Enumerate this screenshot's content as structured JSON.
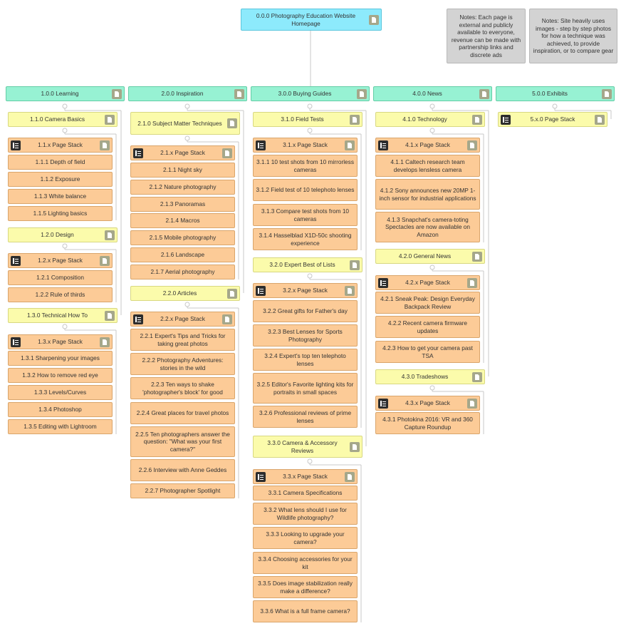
{
  "colors": {
    "root": "#8deafc",
    "section": "#97f2d3",
    "subsection": "#fbfbab",
    "page": "#fccb97",
    "note": "#d3d3d3",
    "connector": "#c8c8c8"
  },
  "icons": {
    "page": "document-icon",
    "stack": "page-stack-icon"
  },
  "root": "0.0.0 Photography Education Website Homepage",
  "notes": [
    "Notes: Each page is external and publicly available to everyone, revenue can be made with partnership links and discrete ads",
    "Notes:  Site heavily uses images - step by step photos for how a technique was achieved, to provide inspiration, or to compare gear"
  ],
  "sections": [
    {
      "label": "1.0.0 Learning",
      "groups": [
        {
          "label": "1.1.0 Camera Basics",
          "stack": "1.1.x Page Stack",
          "pages": [
            "1.1.1 Depth of field",
            "1.1.2 Exposure",
            "1.1.3 White balance",
            "1.1.5 Lighting basics"
          ]
        },
        {
          "label": "1.2.0 Design",
          "stack": "1.2.x Page Stack",
          "pages": [
            "1.2.1 Composition",
            "1.2.2 Rule of thirds"
          ]
        },
        {
          "label": "1.3.0 Technical How To",
          "stack": "1.3.x Page Stack",
          "pages": [
            "1.3.1  Sharpening your images",
            "1.3.2 How to remove red eye",
            "1.3.3 Levels/Curves",
            "1.3.4 Photoshop",
            "1.3.5 Editing with Lightroom"
          ]
        }
      ]
    },
    {
      "label": "2.0.0 Inspiration",
      "groups": [
        {
          "label": "2.1.0  Subject Matter Techniques",
          "stack": "2.1.x Page Stack",
          "pages": [
            "2.1.1 Night sky",
            "2.1.2 Nature photography",
            "2.1.3 Panoramas",
            "2.1.4 Macros",
            "2.1.5 Mobile photography",
            "2.1.6 Landscape",
            "2.1.7 Aerial photography"
          ]
        },
        {
          "label": "2.2.0 Articles",
          "stack": "2.2.x Page Stack",
          "pages": [
            "2.2.1 Expert's Tips and Tricks for taking great photos",
            "2.2.2 Photography Adventures: stories in the wild",
            "2.2.3 Ten ways to shake 'photographer's block' for good",
            "2.2.4 Great places for travel photos",
            "2.2.5 Ten photographers answer the question: \"What was your first camera?\"",
            "2.2.6 Interview with Anne Geddes",
            "2.2.7 Photographer Spotlight"
          ]
        }
      ]
    },
    {
      "label": "3.0.0 Buying Guides",
      "groups": [
        {
          "label": "3.1.0 Field Tests",
          "stack": "3.1.x Page Stack",
          "pages": [
            "3.1.1 10 test shots from 10 mirrorless cameras",
            "3.1.2 Field test of 10 telephoto lenses",
            "3.1.3 Compare test shots from 10 cameras",
            "3.1.4 Hasselblad X1D-50c shooting experience"
          ]
        },
        {
          "label": "3.2.0 Expert Best of Lists",
          "stack": "3.2.x Page Stack",
          "pages": [
            "3.2.2 Great gifts for Father's day",
            "3.2.3 Best Lenses for Sports Photography",
            "3.2.4 Expert's top ten telephoto lenses",
            "3.2.5 Editor's Favorite lighting kits for portraits in small spaces",
            "3.2.6 Professional reviews of prime lenses"
          ]
        },
        {
          "label": "3.3.0 Camera & Accessory Reviews",
          "stack": "3.3.x Page Stack",
          "pages": [
            "3.3.1 Camera Specifications",
            "3.3.2 What lens should I use for Wildlife photography?",
            "3.3.3 Looking to upgrade your camera?",
            "3.3.4 Choosing accessories for your kit",
            "3.3.5 Does image stabilization really make a difference?",
            "3.3.6 What is a full frame camera?"
          ]
        }
      ]
    },
    {
      "label": "4.0.0 News",
      "groups": [
        {
          "label": "4.1.0 Technology",
          "stack": "4.1.x Page Stack",
          "pages": [
            "4.1.1 Caltech research team develops lensless camera",
            "4.1.2  Sony announces new 20MP 1-inch sensor for industrial applications",
            "4.1.3  Snapchat's camera-toting Spectacles are now available on Amazon"
          ]
        },
        {
          "label": "4.2.0 General News",
          "stack": "4.2.x Page Stack",
          "pages": [
            "4.2.1  Sneak Peak: Design Everyday Backpack Review",
            "4.2.2 Recent camera firmware updates",
            "4.2.3 How to get your camera past TSA"
          ]
        },
        {
          "label": "4.3.0 Tradeshows",
          "stack": "4.3.x Page Stack",
          "pages": [
            "4.3.1 Photokina 2016: VR and 360 Capture Roundup"
          ]
        }
      ]
    },
    {
      "label": "5.0.0 Exhibits",
      "groups": [
        {
          "label": "",
          "stack": "5.x.0 Page Stack",
          "pages": []
        }
      ]
    }
  ]
}
